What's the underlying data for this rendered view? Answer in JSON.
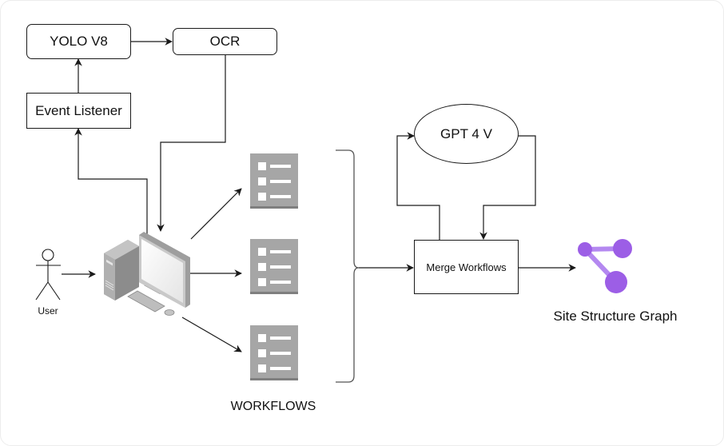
{
  "diagram": {
    "nodes": {
      "yolo": {
        "label": "YOLO V8",
        "shape": "rounded-rectangle"
      },
      "ocr": {
        "label": "OCR",
        "shape": "rounded-rectangle"
      },
      "event_listener": {
        "label": "Event Listener",
        "shape": "rectangle"
      },
      "user": {
        "label": "User",
        "shape": "actor",
        "icon": "stick-figure-icon"
      },
      "computer": {
        "label": "",
        "shape": "icon",
        "icon": "desktop-computer-icon"
      },
      "workflows": {
        "label": "WORKFLOWS",
        "count": 3,
        "icon": "checklist-icon"
      },
      "gpt": {
        "label": "GPT 4 V",
        "shape": "ellipse"
      },
      "merge": {
        "label": "Merge Workflows",
        "shape": "rectangle"
      },
      "graph": {
        "label": "Site Structure Graph",
        "icon": "graph-nodes-icon"
      }
    },
    "edges": [
      {
        "from": "Event Listener",
        "to": "YOLO V8"
      },
      {
        "from": "YOLO V8",
        "to": "OCR"
      },
      {
        "from": "OCR",
        "to": "Computer"
      },
      {
        "from": "Computer",
        "to": "Event Listener"
      },
      {
        "from": "User",
        "to": "Computer"
      },
      {
        "from": "Computer",
        "to": "Workflow 1"
      },
      {
        "from": "Computer",
        "to": "Workflow 2"
      },
      {
        "from": "Computer",
        "to": "Workflow 3"
      },
      {
        "from": "Workflows",
        "to": "Merge Workflows"
      },
      {
        "from": "Merge Workflows",
        "to": "GPT 4 V"
      },
      {
        "from": "GPT 4 V",
        "to": "Merge Workflows"
      },
      {
        "from": "Merge Workflows",
        "to": "Site Structure Graph"
      }
    ],
    "colors": {
      "stroke": "#1a1a1a",
      "icon_gray": "#a6a6a6",
      "icon_gray_dark": "#7f7f7f",
      "graph_purple": "#9c5ee6",
      "graph_purple_light": "#b488f0"
    }
  }
}
